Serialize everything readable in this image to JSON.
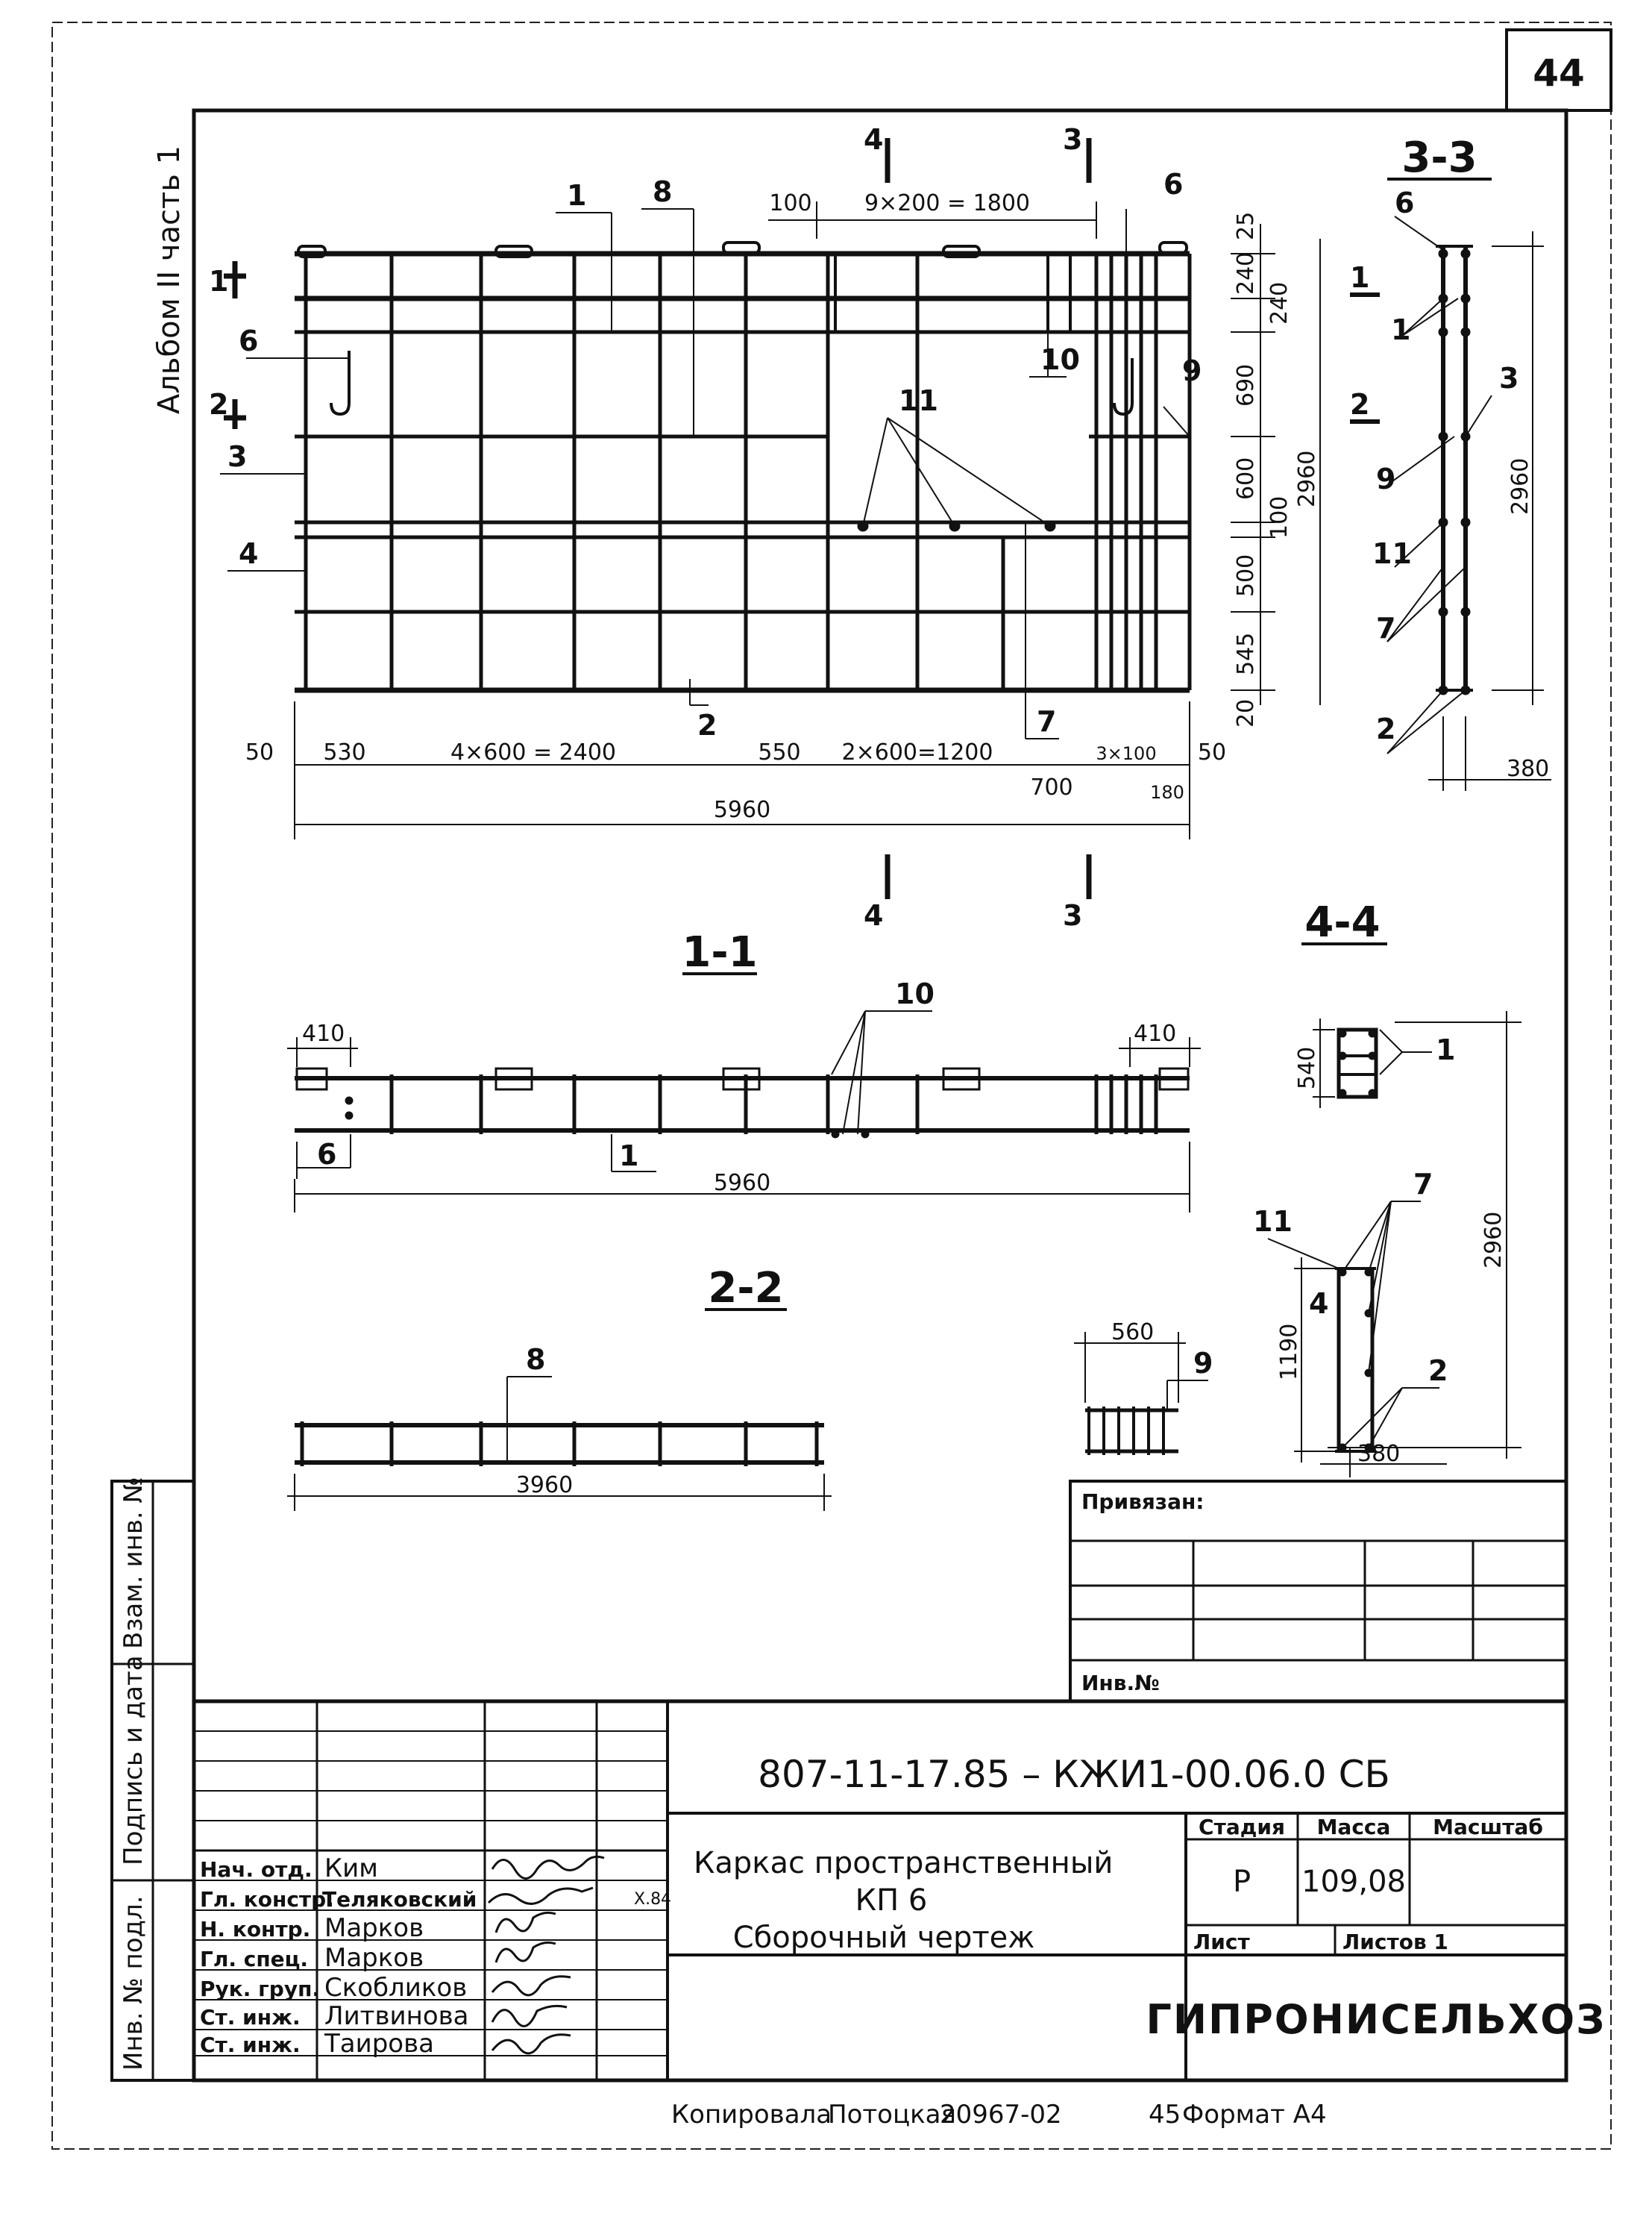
{
  "page_number": "44",
  "side_album": "Альбом II часть 1",
  "side_fields": {
    "vzam": "Взам. инв. №",
    "podpis": "Подпись и дата",
    "inv_podl": "Инв. № подл."
  },
  "main_view": {
    "cut_4": "4",
    "cut_3": "3",
    "cut_1": "1",
    "cut_2": "2",
    "dim_top_100": "100",
    "dim_top_9x200": "9×200 = 1800",
    "leaders": {
      "p1": "1",
      "p8": "8",
      "p6_right": "6",
      "p6_left": "6",
      "p10": "10",
      "p11": "11",
      "p9": "9",
      "p3": "3",
      "p4": "4",
      "p2": "2",
      "p7": "7"
    },
    "right_dims": [
      "25",
      "240",
      "240",
      "690",
      "600",
      "100",
      "500",
      "545",
      "20"
    ],
    "right_total": "2960",
    "bottom_dims": [
      "50",
      "530",
      "4×600 = 2400",
      "550",
      "2×600=1200",
      "700",
      "3×100",
      "50",
      "180"
    ],
    "bottom_total": "5960"
  },
  "section_3_3": {
    "title": "3-3",
    "leaders": {
      "p6": "6",
      "p1": "1",
      "p3": "3",
      "p9": "9",
      "p11": "11",
      "p7": "7",
      "p2": "2"
    },
    "cut_1": "1",
    "cut_2": "2",
    "dim_h": "2960",
    "dim_w": "380"
  },
  "section_1_1": {
    "title": "1-1",
    "dim_410_left": "410",
    "dim_410_right": "410",
    "leader_10": "10",
    "leader_6": "6",
    "leader_1": "1",
    "dim_total": "5960"
  },
  "section_2_2": {
    "title": "2-2",
    "leader_8": "8",
    "dim_total": "3960"
  },
  "section_4_4": {
    "title": "4-4",
    "dim_540": "540",
    "leader_1": "1",
    "leader_11": "11",
    "leader_4": "4",
    "leader_7": "7",
    "leader_2": "2",
    "dim_1190": "1190",
    "dim_2960": "2960",
    "dim_380": "380"
  },
  "detail_9": {
    "dim_560": "560",
    "leader_9": "9"
  },
  "privyazan": {
    "label": "Привязан:",
    "inv": "Инв.№"
  },
  "title_block": {
    "code": "807-11-17.85 – КЖИ1-00.06.0 СБ",
    "name_line1": "Каркас пространственный",
    "name_line2": "КП 6",
    "name_line3": "Сборочный чертеж",
    "stage_header": "Стадия",
    "mass_header": "Масса",
    "scale_header": "Масштаб",
    "stage": "Р",
    "mass": "109,08",
    "sheet_label": "Лист",
    "sheets_label": "Листов 1",
    "org": "ГИПРОНИСЕЛЬХОЗ",
    "signature_date": "X.84",
    "staff": [
      {
        "role": "Нач. отд.",
        "name": "Ким"
      },
      {
        "role": "Гл. констр.",
        "name": "Теляковский"
      },
      {
        "role": "Н. контр.",
        "name": "Марков"
      },
      {
        "role": "Гл. спец.",
        "name": "Марков"
      },
      {
        "role": "Рук. груп.",
        "name": "Скобликов"
      },
      {
        "role": "Ст. инж.",
        "name": "Литвинова"
      },
      {
        "role": "Ст. инж.",
        "name": "Таирова"
      }
    ]
  },
  "footer": {
    "copied": "Копировала",
    "copier": "Потоцкая",
    "order": "20967-02",
    "num": "45",
    "format": "Формат А4"
  }
}
